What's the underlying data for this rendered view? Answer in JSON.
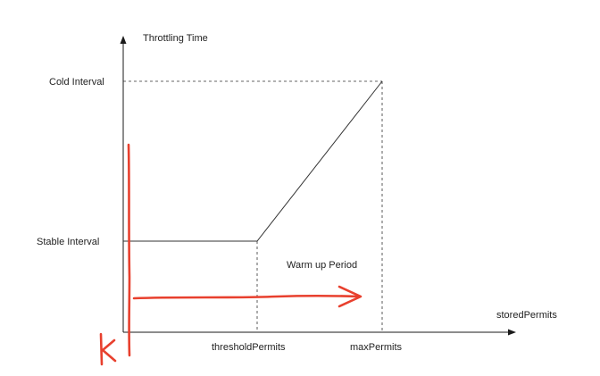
{
  "diagram": {
    "y_axis_label": "Throttling Time",
    "x_axis_label": "storedPermits",
    "y_levels": {
      "cold": "Cold Interval",
      "stable": "Stable Interval"
    },
    "x_marks": {
      "threshold": "thresholdPermits",
      "max": "maxPermits"
    },
    "region_label": "Warm up Period",
    "annotations": {
      "handwritten_letter": "k"
    },
    "colors": {
      "line": "#333333",
      "handwriting": "#e8402e"
    }
  }
}
